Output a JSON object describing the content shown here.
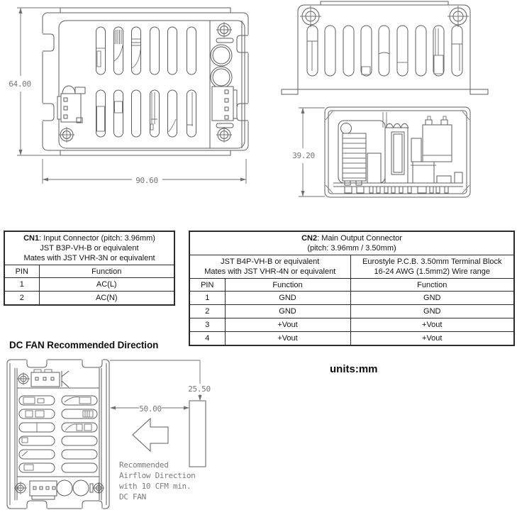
{
  "colors": {
    "drawing_line": "#5d5d5d",
    "dimension_text": "#767676",
    "table_border": "#2b2b2b",
    "text": "#141414",
    "background": "#ffffff"
  },
  "drawings": {
    "top_view": {
      "height_dim": "64.00",
      "width_dim": "90.60"
    },
    "internal_view": {
      "height_dim": "39.20"
    },
    "fan_view": {
      "heading": "DC FAN Recommended Direction",
      "fan_offset_dim": "25.50",
      "distance_dim": "50.00",
      "note_line1": "Recommended",
      "note_line2": "Airflow Direction",
      "note_line3": "with 10 CFM min.",
      "note_line4": "DC FAN"
    }
  },
  "units_label": "units:mm",
  "tables": {
    "cn1": {
      "title_bold": "CN1",
      "title_rest": ": Input Connector  (pitch: 3.96mm)",
      "subtitle1": "JST B3P-VH-B or equivalent",
      "subtitle2": "Mates with JST VHR-3N or equivalent",
      "col_pin": "PIN",
      "col_function": "Function",
      "rows": [
        {
          "pin": "1",
          "function": "AC(L)"
        },
        {
          "pin": "2",
          "function": "AC(N)"
        }
      ]
    },
    "cn2": {
      "title_bold": "CN2",
      "title_rest": ": Main Output Connector",
      "title_line2": "(pitch: 3.96mm / 3.50mm)",
      "jst_header_line1": "JST B4P-VH-B or equivalent",
      "jst_header_line2": "Mates with JST VHR-4N or equivalent",
      "euro_header_line1": "Eurostyle P.C.B. 3.50mm Terminal Block",
      "euro_header_line2": "16-24 AWG (1.5mm2) Wire range",
      "col_pin": "PIN",
      "col_function1": "Function",
      "col_function2": "Function",
      "rows": [
        {
          "pin": "1",
          "jst": "GND",
          "euro": "GND"
        },
        {
          "pin": "2",
          "jst": "GND",
          "euro": "GND"
        },
        {
          "pin": "3",
          "jst": "+Vout",
          "euro": "+Vout"
        },
        {
          "pin": "4",
          "jst": "+Vout",
          "euro": "+Vout"
        }
      ]
    }
  }
}
